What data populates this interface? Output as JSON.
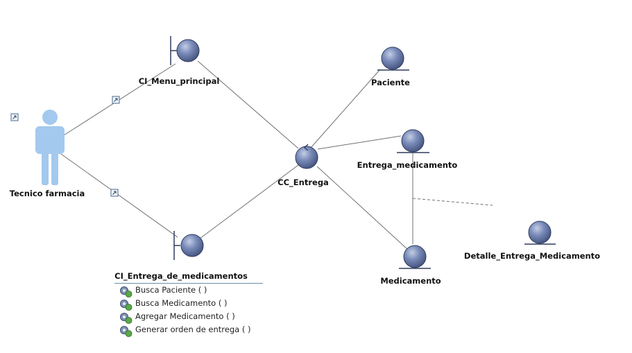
{
  "diagram": {
    "actor": {
      "label": "Tecnico farmacia"
    },
    "nodes": {
      "menu_principal": {
        "label": "CI_Menu_principal",
        "kind": "boundary"
      },
      "entrega_medicamentos": {
        "label": "CI_Entrega_de_medicamentos",
        "kind": "boundary"
      },
      "cc_entrega": {
        "label": "CC_Entrega",
        "kind": "control"
      },
      "paciente": {
        "label": "Paciente",
        "kind": "entity"
      },
      "entrega_medicamento": {
        "label": "Entrega_medicamento",
        "kind": "entity"
      },
      "medicamento": {
        "label": "Medicamento",
        "kind": "entity"
      },
      "detalle": {
        "label": "Detalle_Entrega_Medicamento",
        "kind": "entity"
      }
    },
    "operations": [
      "Busca Paciente ( )",
      "Busca Medicamento ( )",
      "Agregar Medicamento ( )",
      "Generar orden de entrega ( )"
    ],
    "colors": {
      "node_fill": "#5d6f9e",
      "node_stroke": "#2f3c5f",
      "actor": "#9fc7ee",
      "line": "#6a6a6a"
    }
  }
}
